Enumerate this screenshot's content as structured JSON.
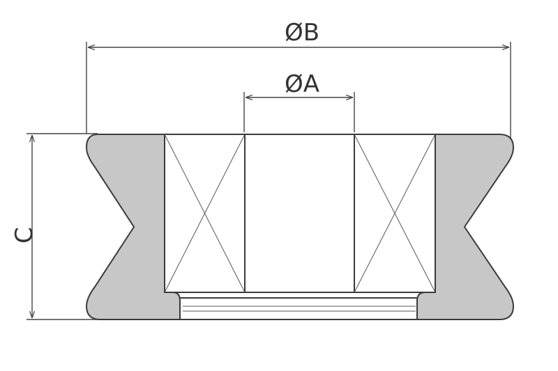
{
  "labels": {
    "outer_diameter": "ØB",
    "inner_diameter": "ØA",
    "height": "C"
  },
  "colors": {
    "tire_fill": "#c7c7c7",
    "outline": "#3a3a3a",
    "background": "#ffffff"
  }
}
